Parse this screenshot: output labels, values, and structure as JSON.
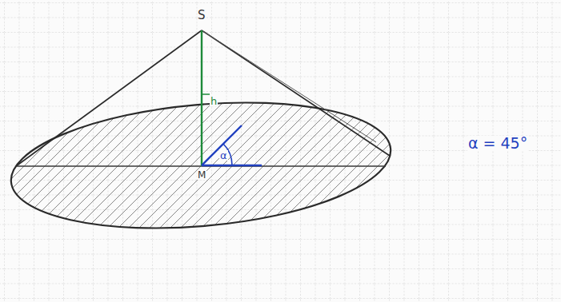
{
  "diagram": {
    "labels": [
      "S",
      "M",
      "h",
      "α",
      "α = 45°"
    ]
  }
}
